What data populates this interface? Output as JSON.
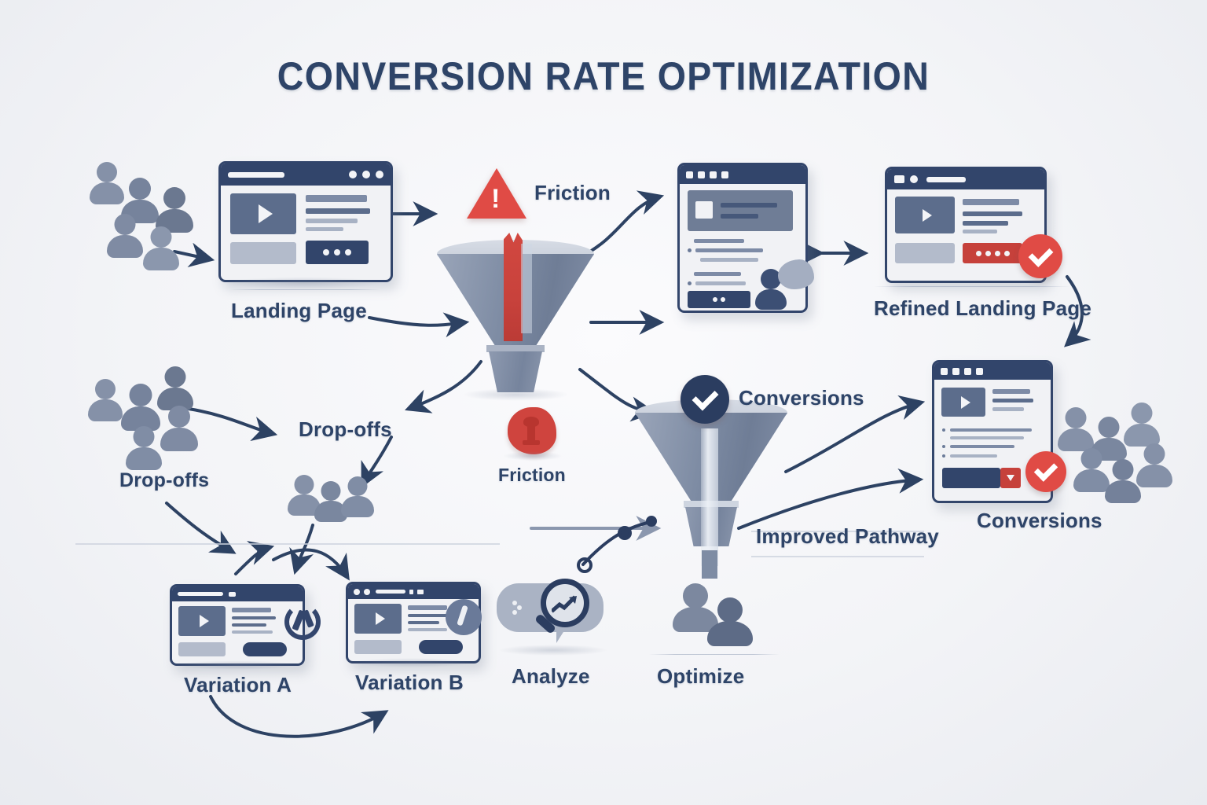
{
  "title": "CONVERSION RATE OPTIMIZATION",
  "palette": {
    "background": "#f3f4f7",
    "navy": "#2e4468",
    "navy_dark": "#32456b",
    "slate": "#7d8ba6",
    "slate_light": "#b3bbcb",
    "red": "#e04b45",
    "red_dark": "#c6413b",
    "arrow": "#2d4263"
  },
  "labels": {
    "landing_page": "Landing Page",
    "friction_top": "Friction",
    "friction_bottom": "Friction",
    "drop_offs_left": "Drop-offs",
    "drop_offs_mid": "Drop-offs",
    "refined_landing_page": "Refined Landing Page",
    "conversions_funnel": "Conversions",
    "improved_pathway": "Improved Pathway",
    "conversions_right": "Conversions",
    "variation_a": "Variation A",
    "variation_b": "Variation B",
    "analyze": "Analyze",
    "optimize": "Optimize"
  },
  "icons": {
    "warning_triangle": "warning-triangle-icon",
    "friction_blob": "friction-blob-icon",
    "check_circle_navy": "check-circle-icon",
    "check_circle_red": "check-circle-icon",
    "magnifier": "magnifier-icon",
    "speech_bubble": "speech-bubble-icon",
    "trend_arrow": "trend-arrow-icon",
    "person": "person-icon",
    "play": "play-icon",
    "wrench": "wrench-icon",
    "funnel": "funnel-icon"
  },
  "flow": {
    "stage_1": "Landing Page",
    "stage_2": "Friction Funnel",
    "stage_3": "Drop-offs",
    "stage_4": "Variation A / Variation B",
    "stage_5": "Analyze",
    "stage_6": "Optimize",
    "stage_7": "Refined Landing Page",
    "stage_8": "Conversions"
  }
}
